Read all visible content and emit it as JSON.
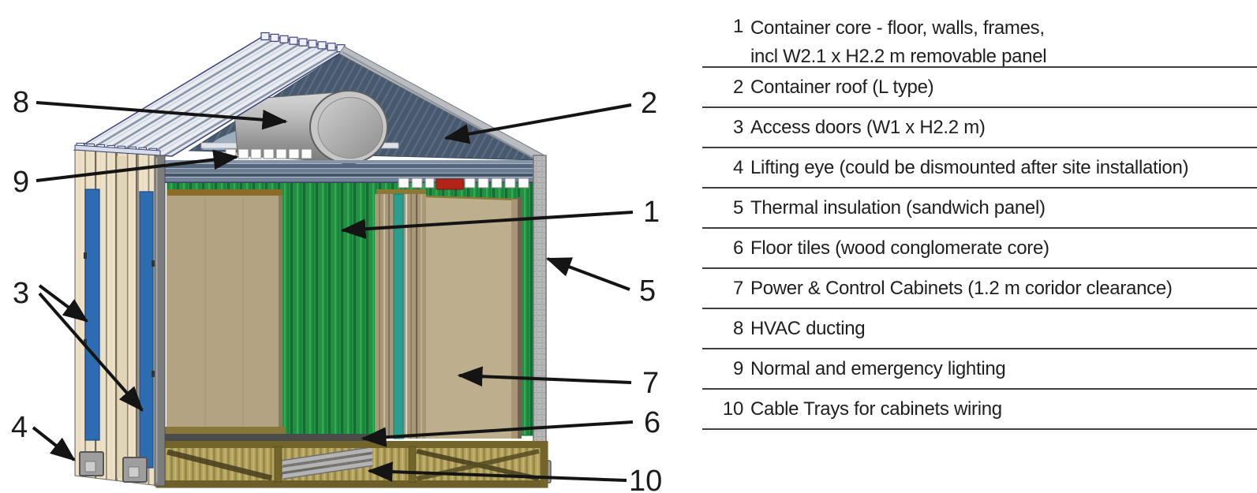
{
  "title": "Container assembly cutaway diagram with numbered parts legend",
  "diagram": {
    "callouts": [
      {
        "num": "8"
      },
      {
        "num": "9"
      },
      {
        "num": "3"
      },
      {
        "num": "4"
      },
      {
        "num": "2"
      },
      {
        "num": "1"
      },
      {
        "num": "5"
      },
      {
        "num": "7"
      },
      {
        "num": "6"
      },
      {
        "num": "10"
      }
    ]
  },
  "legend": {
    "items": [
      {
        "num": "1",
        "text": "Container core -  floor, walls, frames,",
        "text2": "incl W2.1 x H2.2 m removable panel"
      },
      {
        "num": "2",
        "text": "Container roof (L type)"
      },
      {
        "num": "3",
        "text": "Access doors (W1 x H2.2 m)"
      },
      {
        "num": "4",
        "text": "Lifting eye (could be dismounted after site installation)"
      },
      {
        "num": "5",
        "text": "Thermal insulation (sandwich panel)"
      },
      {
        "num": "6",
        "text": "Floor tiles (wood conglomerate core)"
      },
      {
        "num": "7",
        "text": "Power & Control Cabinets (1.2 m coridor clearance)"
      },
      {
        "num": "8",
        "text": "HVAC ducting"
      },
      {
        "num": "9",
        "text": "Normal and emergency lighting"
      },
      {
        "num": "10",
        "text": "Cable Trays for cabinets wiring"
      }
    ]
  },
  "colors": {
    "wall_green": "#219244",
    "cabinet_tan": "#bdae8e",
    "door_blue": "#2e6cb2",
    "plank_cream": "#eee0c5",
    "roof_navy": "#3d4377",
    "roof_underside_slate": "#48596e",
    "duct_gray": "#b0b0b0",
    "base_olive": "#73652a",
    "teal_strip": "#2b9e8d",
    "alarm_red": "#b22418",
    "callout_black": "#141414"
  }
}
